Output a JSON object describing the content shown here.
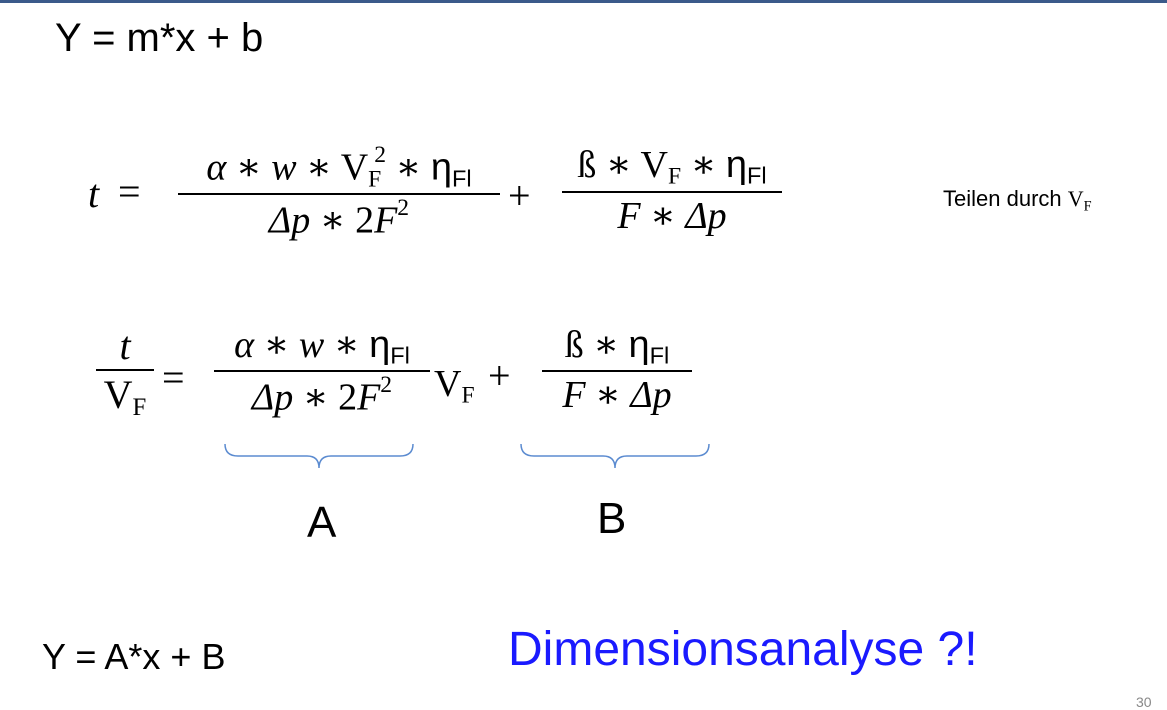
{
  "linear_form": "Y = m*x + b",
  "eq1": {
    "lhs": "t",
    "equals": "=",
    "f1_num": [
      "α",
      " ∗ ",
      "w",
      " ∗ ",
      "V",
      "F",
      "2",
      " ∗ ",
      "η",
      "Fl"
    ],
    "f1_den": [
      "Δp",
      " ∗ 2",
      "F",
      "2"
    ],
    "plus": "+",
    "f2_num": [
      "ß ∗ ",
      "V",
      "F",
      " ∗ ",
      "η",
      "Fl"
    ],
    "f2_den": [
      "F",
      " ∗ ",
      "Δp"
    ]
  },
  "hint": {
    "text": "Teilen durch ",
    "var": "V",
    "sub": "F"
  },
  "eq2": {
    "lhs_num": "t",
    "lhs_den": "V",
    "lhs_den_sub": "F",
    "equals": "=",
    "f1_num": [
      "α",
      " ∗ ",
      "w",
      " ∗ ",
      "η",
      "Fl"
    ],
    "f1_den": [
      "Δp",
      " ∗ 2",
      "F",
      "2"
    ],
    "mid_var": "V",
    "mid_sub": "F",
    "plus": "+",
    "f2_num": [
      "ß ∗ ",
      "η",
      "Fl"
    ],
    "f2_den": [
      "F",
      " ∗ ",
      "Δp"
    ]
  },
  "label_A": "A",
  "label_B": "B",
  "result_form": "Y = A*x + B",
  "question": "Dimensionsanalyse ?!",
  "page_number": "30",
  "colors": {
    "accent": "#1a1aff",
    "topline": "#3b5a8a",
    "brace": "#5b8bd0"
  }
}
